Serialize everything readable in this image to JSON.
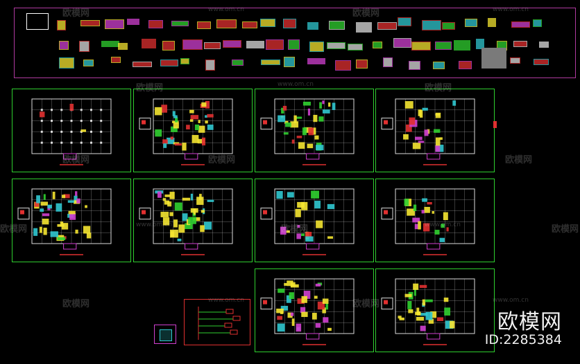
{
  "watermark": {
    "brand": "欧模网",
    "url": "www.om.cn",
    "id_label": "ID:2285384"
  },
  "colors": {
    "background": "#000000",
    "sheet_border": "#2fd02f",
    "strip_border": "#b03aa0",
    "wall": "#dcdcdc",
    "fill_yellow": "#f5e531",
    "fill_red": "#e03030",
    "fill_green": "#30d030",
    "fill_magenta": "#d040d0",
    "fill_cyan": "#30c8d0"
  },
  "sheets": [
    {
      "name": "floor-plan-columns",
      "density": 0.05
    },
    {
      "name": "floor-plan-2",
      "density": 0.55
    },
    {
      "name": "floor-plan-3",
      "density": 0.5
    },
    {
      "name": "floor-plan-4",
      "density": 0.35
    },
    {
      "name": "floor-plan-5",
      "density": 0.6
    },
    {
      "name": "floor-plan-6",
      "density": 0.55
    },
    {
      "name": "floor-plan-7",
      "density": 0.3
    },
    {
      "name": "floor-plan-8",
      "density": 0.3
    },
    {
      "name": "floor-plan-9",
      "density": 0.55
    },
    {
      "name": "floor-plan-10",
      "density": 0.45
    }
  ]
}
